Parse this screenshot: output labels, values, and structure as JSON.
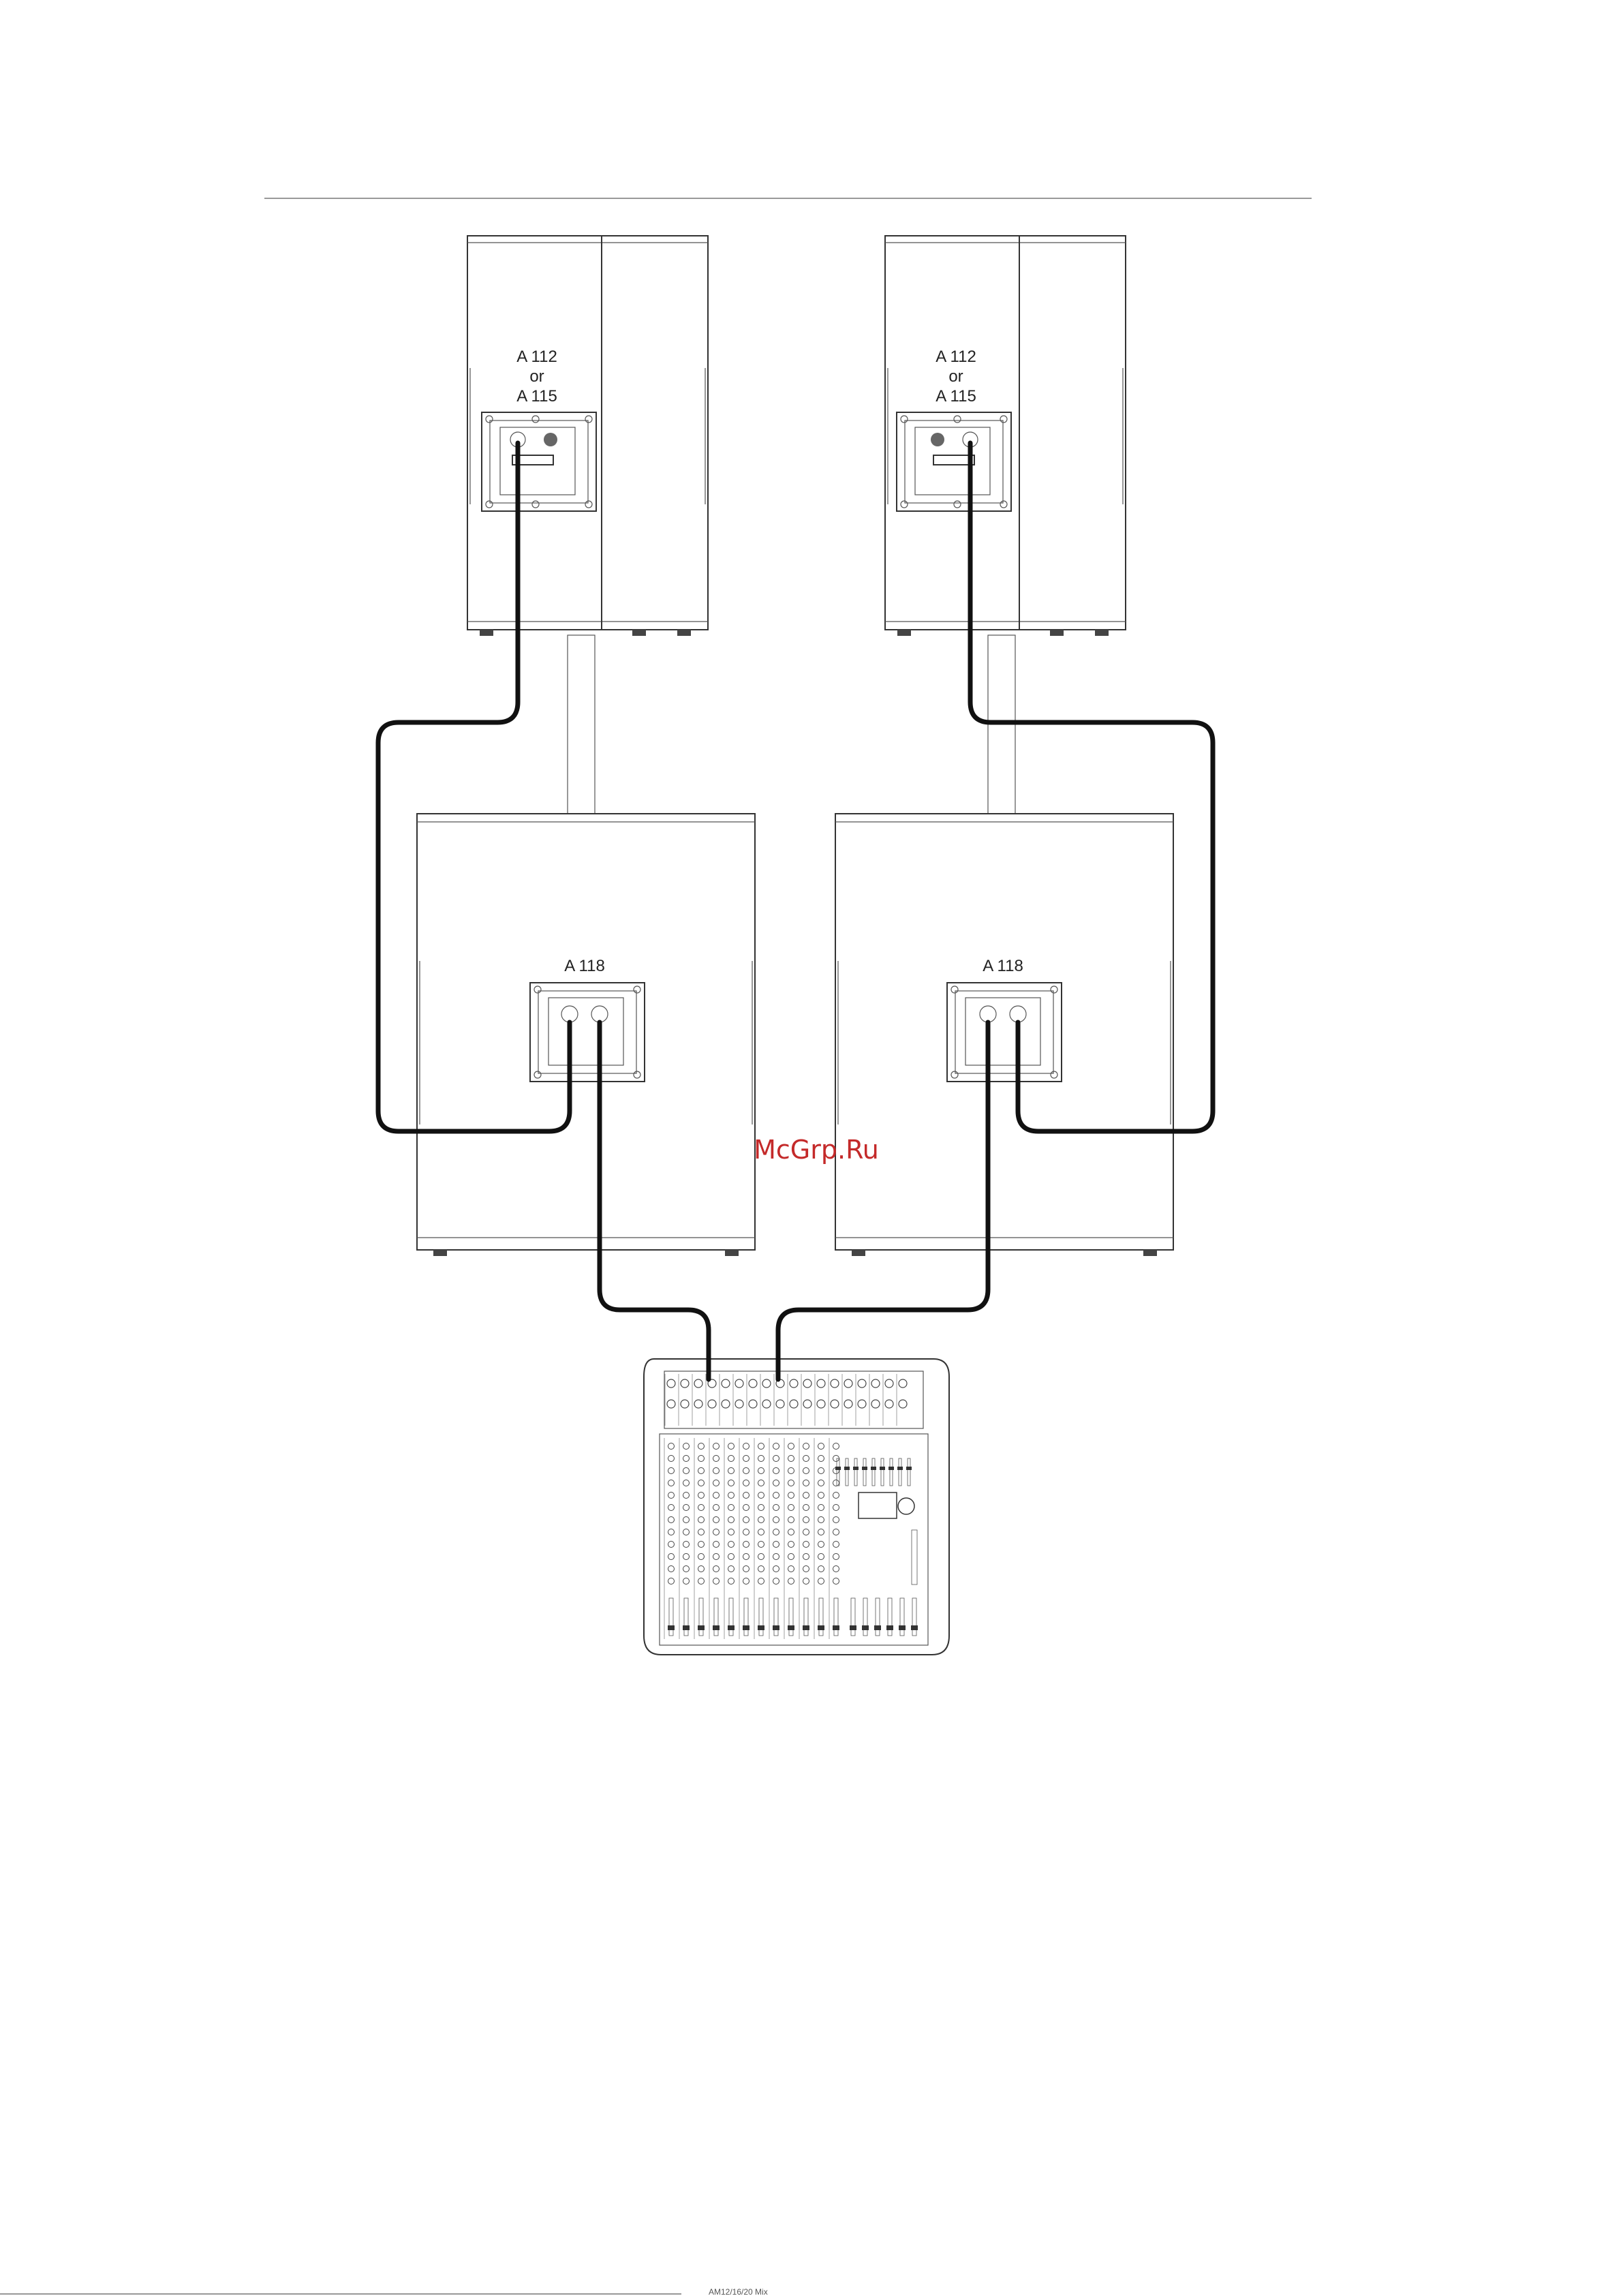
{
  "labels": {
    "left_top": [
      "A 112",
      "or",
      "A 115"
    ],
    "right_top": [
      "A 112",
      "or",
      "A 115"
    ],
    "left_sub": "A 118",
    "right_sub": "A 118"
  },
  "watermark": "McGrp.Ru",
  "footer": "AM12/16/20 Mix"
}
